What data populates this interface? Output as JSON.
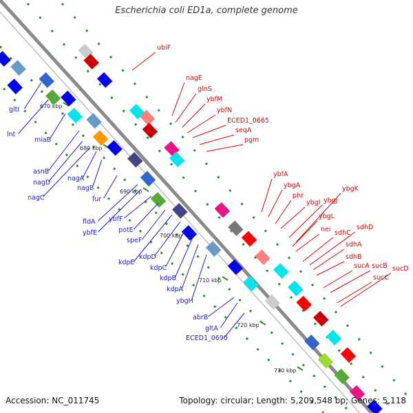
{
  "title": "Escherichia coli ED1a, complete genome",
  "accession": "Accession: NC_011745",
  "stats": "Topology: circular; Length: 5,209,548 bp; Genes: 5,118",
  "colors": {
    "backbone": "#8a8a8a",
    "forward_label": "#dd0000",
    "reverse_label": "#1a1acc",
    "tick": "#2a8a2a"
  },
  "ticks": [
    "670 kbp",
    "680 kbp",
    "690 kbp",
    "700 kbp",
    "710 kbp",
    "720 kbp",
    "730 kbp"
  ],
  "forward_genes": [
    {
      "label": "ubiF"
    },
    {
      "label": "nagE"
    },
    {
      "label": "glnS"
    },
    {
      "label": "ybfM"
    },
    {
      "label": "ybfN"
    },
    {
      "label": "ECED1_0665"
    },
    {
      "label": "seqA"
    },
    {
      "label": "pgm"
    },
    {
      "label": "ybfA"
    },
    {
      "label": "ybgA"
    },
    {
      "label": "phr"
    },
    {
      "label": "ybgI"
    },
    {
      "label": "ybgJ"
    },
    {
      "label": "ybgK"
    },
    {
      "label": "ybgL"
    },
    {
      "label": "nei"
    },
    {
      "label": "sdhC"
    },
    {
      "label": "sdhD"
    },
    {
      "label": "sdhA"
    },
    {
      "label": "sdhB"
    },
    {
      "label": "sucA"
    },
    {
      "label": "sucB"
    },
    {
      "label": "sucC"
    },
    {
      "label": "sucD"
    }
  ],
  "reverse_genes": [
    {
      "label": "gltI"
    },
    {
      "label": "lnt"
    },
    {
      "label": "miaB"
    },
    {
      "label": "asnB"
    },
    {
      "label": "nagD"
    },
    {
      "label": "nagC"
    },
    {
      "label": "nagA"
    },
    {
      "label": "nagB"
    },
    {
      "label": "fur"
    },
    {
      "label": "fldA"
    },
    {
      "label": "ybfE"
    },
    {
      "label": "ybfF"
    },
    {
      "label": "potE"
    },
    {
      "label": "speF"
    },
    {
      "label": "kdpE"
    },
    {
      "label": "kdpD"
    },
    {
      "label": "kdpC"
    },
    {
      "label": "kdpB"
    },
    {
      "label": "kdpA"
    },
    {
      "label": "ybgH"
    },
    {
      "label": "abrB"
    },
    {
      "label": "gltA"
    },
    {
      "label": "ECED1_0690"
    }
  ]
}
